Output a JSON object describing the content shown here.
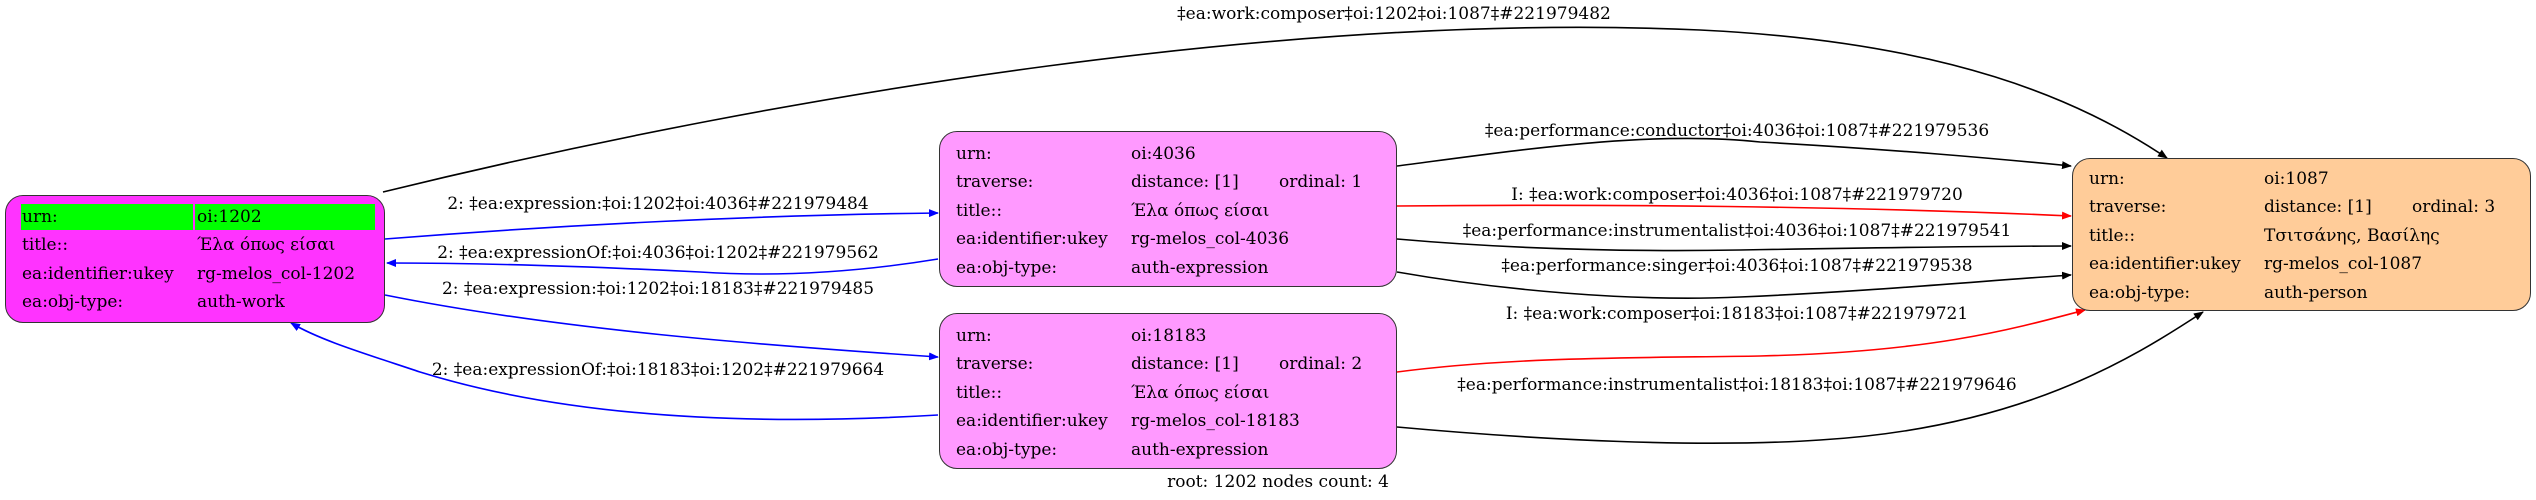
{
  "colors": {
    "work": "#ff33ff",
    "expression": "#ff99ff",
    "person": "#ffcc99",
    "highlight": "#00ff00",
    "expression_edge": "#0000ff",
    "composer_edge": "#ff0000",
    "performance_edge": "#000000"
  },
  "nodes": {
    "n1202": {
      "rows": [
        [
          "urn:",
          "oi:1202"
        ],
        [
          "title::",
          "Έλα όπως είσαι"
        ],
        [
          "ea:identifier:ukey",
          "rg-melos_col-1202"
        ],
        [
          "ea:obj-type:",
          "auth-work"
        ]
      ]
    },
    "n4036": {
      "rows": [
        [
          "urn:",
          "oi:4036"
        ],
        [
          "traverse:",
          "distance: [1]",
          "ordinal: 1"
        ],
        [
          "title::",
          "Έλα όπως είσαι"
        ],
        [
          "ea:identifier:ukey",
          "rg-melos_col-4036"
        ],
        [
          "ea:obj-type:",
          "auth-expression"
        ]
      ]
    },
    "n18183": {
      "rows": [
        [
          "urn:",
          "oi:18183"
        ],
        [
          "traverse:",
          "distance: [1]",
          "ordinal: 2"
        ],
        [
          "title::",
          "Έλα όπως είσαι"
        ],
        [
          "ea:identifier:ukey",
          "rg-melos_col-18183"
        ],
        [
          "ea:obj-type:",
          "auth-expression"
        ]
      ]
    },
    "n1087": {
      "rows": [
        [
          "urn:",
          "oi:1087"
        ],
        [
          "traverse:",
          "distance: [1]",
          "ordinal: 3"
        ],
        [
          "title::",
          "Τσιτσάνης, Βασίλης"
        ],
        [
          "ea:identifier:ukey",
          "rg-melos_col-1087"
        ],
        [
          "ea:obj-type:",
          "auth-person"
        ]
      ]
    }
  },
  "edges": [
    "‡ea:work:composer‡oi:1202‡oi:1087‡#221979482",
    "2: ‡ea:expression:‡oi:1202‡oi:4036‡#221979484",
    "2: ‡ea:expressionOf:‡oi:4036‡oi:1202‡#221979562",
    "2: ‡ea:expression:‡oi:1202‡oi:18183‡#221979485",
    "2: ‡ea:expressionOf:‡oi:18183‡oi:1202‡#221979664",
    "‡ea:performance:conductor‡oi:4036‡oi:1087‡#221979536",
    "I: ‡ea:work:composer‡oi:4036‡oi:1087‡#221979720",
    "‡ea:performance:instrumentalist‡oi:4036‡oi:1087‡#221979541",
    "‡ea:performance:singer‡oi:4036‡oi:1087‡#221979538",
    "I: ‡ea:work:composer‡oi:18183‡oi:1087‡#221979721",
    "‡ea:performance:instrumentalist‡oi:18183‡oi:1087‡#221979646"
  ],
  "footer": "root: 1202 nodes count: 4"
}
